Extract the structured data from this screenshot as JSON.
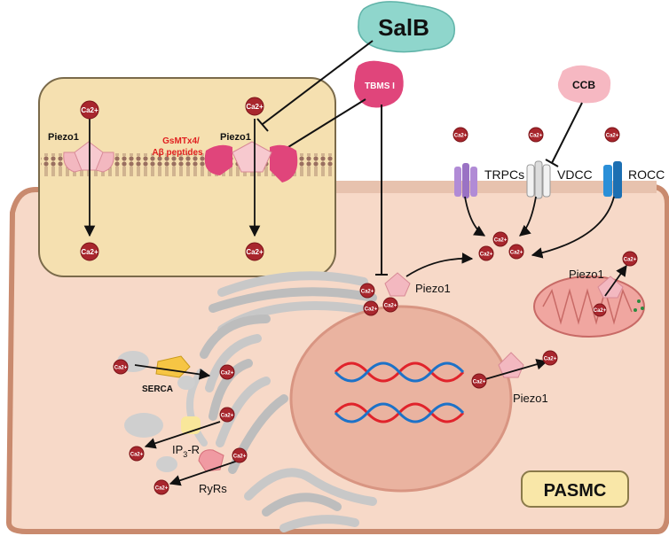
{
  "labels": {
    "salb": "SalB",
    "tbms": "TBMS I",
    "ccb": "CCB",
    "piezo_inset_left": "Piezo1",
    "piezo_inset_right": "Piezo1",
    "inhibitor_line1": "GsMTx4/",
    "inhibitor_line2": "Aβ peptides",
    "trpcs": "TRPCs",
    "vdcc": "VDCC",
    "rocc": "ROCC",
    "piezo_er": "Piezo1",
    "piezo_mito": "Piezo1",
    "piezo_nucleus": "Piezo1",
    "serca": "SERCA",
    "ip3r_main": "IP",
    "ip3r_sub": "3",
    "ip3r_end": "-R",
    "ryrs": "RyRs",
    "cell": "PASMC",
    "calcium": "Ca",
    "calcium_charge": "2+"
  },
  "colors": {
    "cell_fill": "#f7d9c8",
    "cell_stroke": "#c98a6e",
    "inset_fill": "#f5e0b0",
    "inset_stroke": "#7a6a4a",
    "membrane": "#d7b7a3",
    "calcium": "#a8262d",
    "inhibitor_text": "#e02020",
    "salb": "#8fd6cc",
    "tbms": "#e0457b",
    "ccb": "#f6b8c2",
    "trpc": "#b18bd6",
    "rocc": "#2a8fd8",
    "piezo": "#f3b8c0",
    "dna_red": "#e0232b",
    "dna_blue": "#1d72c8"
  }
}
